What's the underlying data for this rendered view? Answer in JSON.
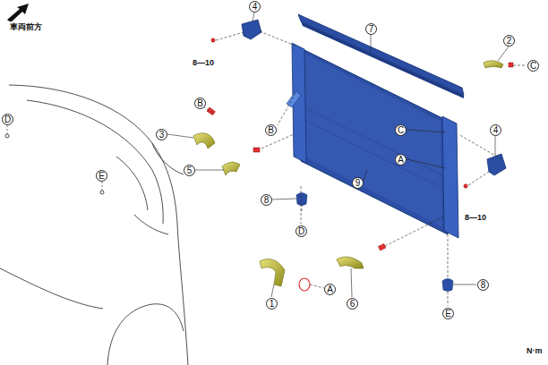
{
  "diagram": {
    "nodes": [
      {
        "text": [
          "4"
        ]
      },
      {
        "text": [
          "7"
        ]
      },
      {
        "text": [
          "2"
        ]
      },
      {
        "text": [
          "C"
        ]
      },
      {
        "text": [
          "B"
        ]
      },
      {
        "text": [
          "C"
        ]
      },
      {
        "text": [
          "B"
        ]
      },
      {
        "text": [
          "3"
        ]
      },
      {
        "text": [
          "D"
        ]
      },
      {
        "text": [
          "4"
        ]
      },
      {
        "text": [
          "A"
        ]
      },
      {
        "text": [
          "5"
        ]
      },
      {
        "text": [
          "E"
        ]
      },
      {
        "text": [
          "9"
        ]
      },
      {
        "text": [
          "8"
        ]
      },
      {
        "text": [
          "D"
        ]
      },
      {
        "text": [
          "8"
        ]
      },
      {
        "text": [
          "A"
        ]
      },
      {
        "text": [
          "1"
        ]
      },
      {
        "text": [
          "6"
        ]
      },
      {
        "text": [
          "E"
        ]
      }
    ],
    "labels": [
      "車両前方",
      "8—10",
      "8—10",
      "N·m"
    ]
  }
}
